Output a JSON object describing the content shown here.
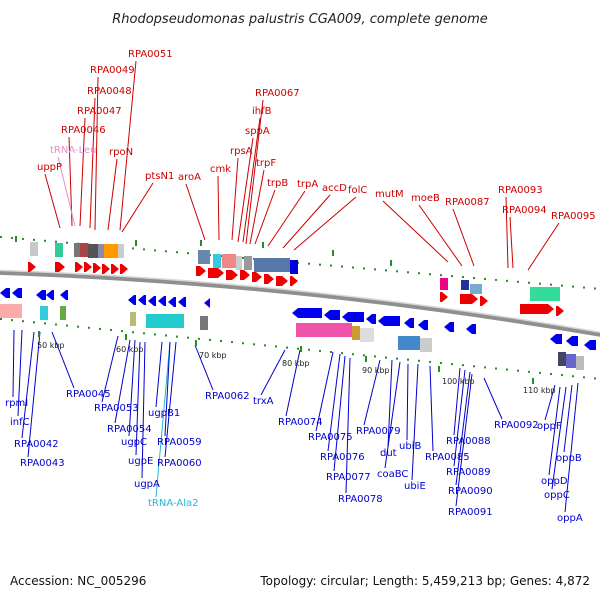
{
  "title": "Rhodopseudomonas palustris CGA009, complete genome",
  "footer": {
    "accession": "Accession: NC_005296",
    "summary": "Topology: circular; Length: 5,459,213 bp; Genes: 4,872"
  },
  "colors": {
    "forward_label": "#cc0000",
    "reverse_label": "#0000cc",
    "trna_forward": "#e68fc8",
    "trna_reverse": "#27b5d6",
    "backbone": "#999999",
    "tick": "#2a8a2a",
    "forward_gene": "#ee0000",
    "reverse_gene": "#0000ee"
  },
  "scale_ticks": [
    "50 kbp",
    "60 kbp",
    "70 kbp",
    "80 kbp",
    "90 kbp",
    "100 kbp",
    "110 kbp"
  ],
  "forward_labels": [
    "uppP",
    "RPA0046",
    "tRNA-Leu",
    "RPA0047",
    "RPA0048",
    "RPA0049",
    "RPA0051",
    "rpoN",
    "ptsN1",
    "aroA",
    "cmk",
    "rpsA",
    "sppA",
    "ihfB",
    "RPA0067",
    "trpF",
    "trpB",
    "trpA",
    "accD",
    "folC",
    "mutM",
    "moeB",
    "RPA0087",
    "RPA0093",
    "RPA0094",
    "RPA0095"
  ],
  "reverse_labels": [
    "rpmI",
    "infC",
    "RPA0042",
    "RPA0043",
    "RPA0045",
    "RPA0053",
    "RPA0054",
    "ugpC",
    "ugpE",
    "ugpA",
    "tRNA-Ala2",
    "ugpB1",
    "RPA0059",
    "RPA0060",
    "RPA0062",
    "trxA",
    "RPA0074",
    "RPA0075",
    "RPA0076",
    "RPA0077",
    "RPA0078",
    "RPA0079",
    "dut",
    "coaBC",
    "ubiB",
    "ubiE",
    "RPA0085",
    "RPA0088",
    "RPA0089",
    "RPA0090",
    "RPA0091",
    "RPA0092",
    "oppF",
    "oppD",
    "oppC",
    "oppB",
    "oppA"
  ]
}
